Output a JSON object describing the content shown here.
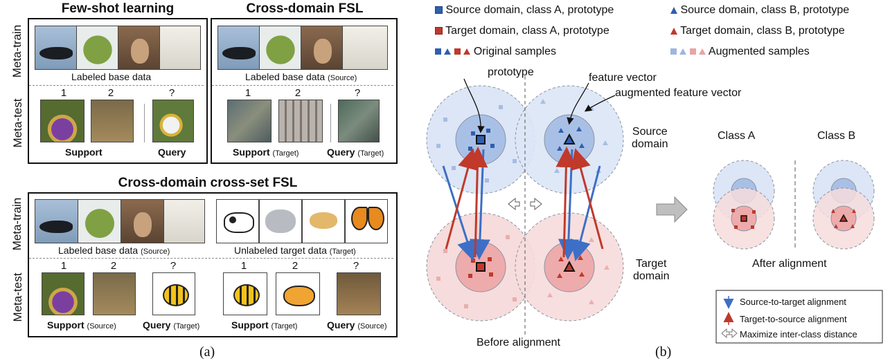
{
  "panel_a": {
    "fsl": {
      "title": "Few-shot learning",
      "meta_train": "Meta-train",
      "meta_test": "Meta-test",
      "base_label": "Labeled base data",
      "n1": "1",
      "n2": "2",
      "nq": "?",
      "support": "Support",
      "query": "Query"
    },
    "cdfsl": {
      "title": "Cross-domain  FSL",
      "base_label": "Labeled base data",
      "base_sub": "(Source)",
      "n1": "1",
      "n2": "2",
      "nq": "?",
      "support": "Support",
      "support_sub": "(Target)",
      "query": "Query",
      "query_sub": "(Target)"
    },
    "cdcsfsl": {
      "title": "Cross-domain  cross-set FSL",
      "meta_train": "Meta-train",
      "meta_test": "Meta-test",
      "base_label": "Labeled base data",
      "base_sub": "(Source)",
      "target_label": "Unlabeled target data",
      "target_sub": "(Target)",
      "n1a": "1",
      "n2a": "2",
      "nqa": "?",
      "n1b": "1",
      "n2b": "2",
      "nqb": "?",
      "support1": "Support",
      "support1_sub": "(Source)",
      "query1": "Query",
      "query1_sub": "(Target)",
      "support2": "Support",
      "support2_sub": "(Target)",
      "query2": "Query",
      "query2_sub": "(Source)"
    },
    "caption": "(a)"
  },
  "panel_b": {
    "legend": {
      "src_a": "Source domain, class A, prototype",
      "src_b": "Source domain, class B, prototype",
      "tgt_a": "Target domain, class A, prototype",
      "tgt_b": "Target domain, class B, prototype",
      "original": "Original samples",
      "augmented": "Augmented samples"
    },
    "labels": {
      "prototype": "prototype",
      "feature_vector": "feature vector",
      "aug_feature_vector": "augmented feature vector",
      "source_domain_1": "Source",
      "source_domain_2": "domain",
      "target_domain_1": "Target",
      "target_domain_2": "domain",
      "before": "Before alignment",
      "after": "After alignment",
      "class_a": "Class A",
      "class_b": "Class B"
    },
    "key": {
      "s2t": "Source-to-target alignment",
      "t2s": "Target-to-source alignment",
      "maximize": "Maximize inter-class distance"
    },
    "caption": "(b)",
    "colors": {
      "blue": "#2f5fb0",
      "red": "#c0392b",
      "light_blue": "#c9d7ef",
      "light_red": "#f3cfcf"
    }
  }
}
